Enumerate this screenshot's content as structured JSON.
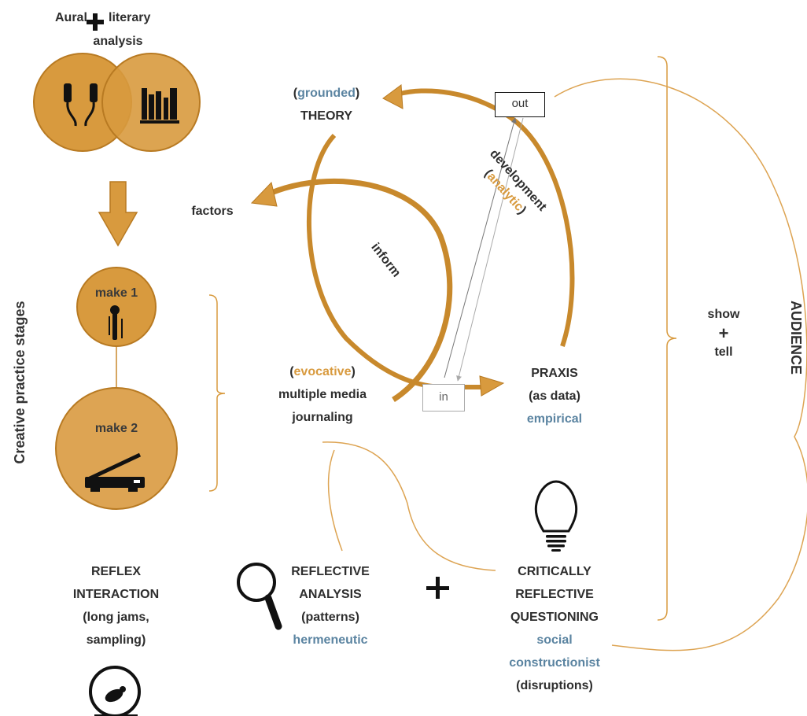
{
  "top": {
    "aural": "Aural",
    "literary": "literary",
    "analysis": "analysis"
  },
  "left": {
    "stages_title": "Creative practice stages",
    "make1": "make 1",
    "make2": "make 2",
    "reflex": [
      "REFLEX",
      "INTERACTION",
      "(long jams,",
      "sampling)"
    ]
  },
  "cycle": {
    "theory_open": "(",
    "theory_keyword": "grounded",
    "theory_close": ")",
    "theory": "THEORY",
    "factors": "factors",
    "inform": "inform",
    "development": "development",
    "dev_open": "(",
    "dev_keyword": "analytic",
    "dev_close": ")",
    "out": "out",
    "in": "in",
    "evocative_open": "(",
    "evocative_keyword": "evocative",
    "evocative_close": ")",
    "multiple_media": "multiple media",
    "journaling": "journaling",
    "praxis": "PRAXIS",
    "as_data": "(as data)",
    "empirical": "empirical"
  },
  "bottom": {
    "reflective": [
      "REFLECTIVE",
      "ANALYSIS",
      "(patterns)"
    ],
    "hermeneutic": "hermeneutic",
    "plus": "+",
    "critical": [
      "CRITICALLY",
      "REFLECTIVE",
      "QUESTIONING"
    ],
    "social": "social",
    "constructionist": "constructionist",
    "disruptions": "(disruptions)"
  },
  "right": {
    "show": "show",
    "plus": "+",
    "tell": "tell",
    "audience": "AUDIENCE"
  },
  "colors": {
    "gold": "#c8892c",
    "gold_light": "#dda453",
    "gold_fill": "#d89a3e",
    "blue": "#5b84a1",
    "text": "#2e2e2e"
  },
  "icons": [
    "earphones-icon",
    "books-icon",
    "microphone-icon",
    "scanner-icon",
    "hamster-wheel-icon",
    "magnifier-icon",
    "lightbulb-icon",
    "plus-icon"
  ]
}
